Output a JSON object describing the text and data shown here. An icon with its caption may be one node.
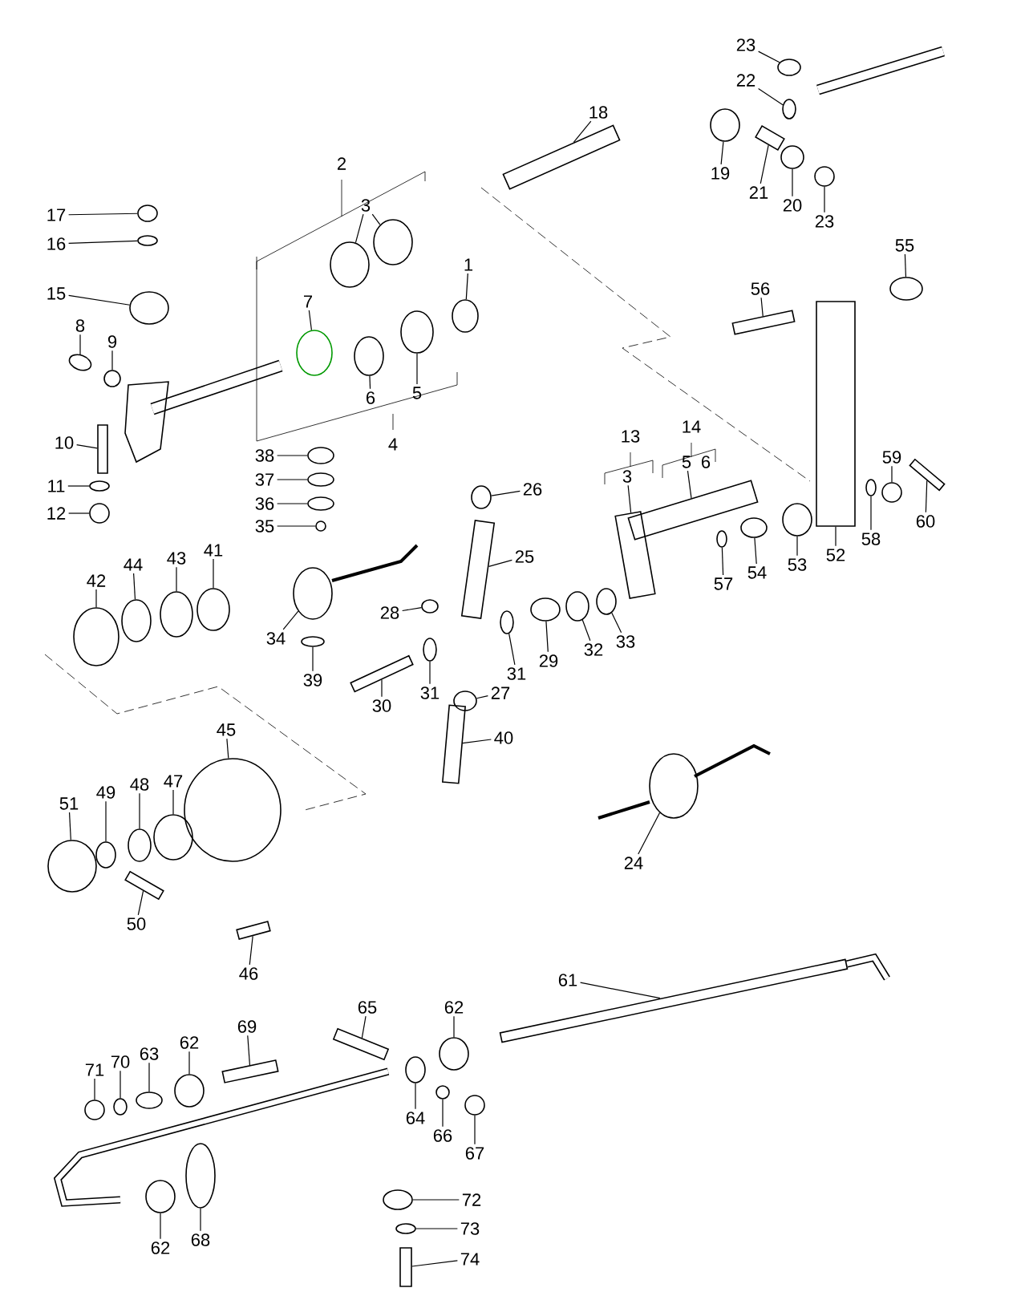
{
  "diagram": {
    "nodes": [
      {
        "text": [
          "1"
        ]
      },
      {
        "text": [
          "3"
        ]
      },
      {
        "text": [
          "5"
        ]
      },
      {
        "text": [
          "6"
        ]
      },
      {
        "text": [
          "7"
        ]
      },
      {
        "text": [
          "8"
        ]
      },
      {
        "text": [
          "9"
        ]
      },
      {
        "text": [
          "10"
        ]
      },
      {
        "text": [
          "11"
        ]
      },
      {
        "text": [
          "12"
        ]
      },
      {
        "text": [
          "15"
        ]
      },
      {
        "text": [
          "16"
        ]
      },
      {
        "text": [
          "17"
        ]
      },
      {
        "text": [
          "18"
        ]
      },
      {
        "text": [
          "19"
        ]
      },
      {
        "text": [
          "20"
        ]
      },
      {
        "text": [
          "21"
        ]
      },
      {
        "text": [
          "22"
        ]
      },
      {
        "text": [
          "23"
        ]
      },
      {
        "text": [
          "23"
        ]
      },
      {
        "text": [
          "24"
        ]
      },
      {
        "text": [
          "25"
        ]
      },
      {
        "text": [
          "26"
        ]
      },
      {
        "text": [
          "27"
        ]
      },
      {
        "text": [
          "28"
        ]
      },
      {
        "text": [
          "29"
        ]
      },
      {
        "text": [
          "30"
        ]
      },
      {
        "text": [
          "31"
        ]
      },
      {
        "text": [
          "31"
        ]
      },
      {
        "text": [
          "32"
        ]
      },
      {
        "text": [
          "33"
        ]
      },
      {
        "text": [
          "34"
        ]
      },
      {
        "text": [
          "35"
        ]
      },
      {
        "text": [
          "36"
        ]
      },
      {
        "text": [
          "37"
        ]
      },
      {
        "text": [
          "38"
        ]
      },
      {
        "text": [
          "39"
        ]
      },
      {
        "text": [
          "40"
        ]
      },
      {
        "text": [
          "41"
        ]
      },
      {
        "text": [
          "42"
        ]
      },
      {
        "text": [
          "43"
        ]
      },
      {
        "text": [
          "44"
        ]
      },
      {
        "text": [
          "45"
        ]
      },
      {
        "text": [
          "46"
        ]
      },
      {
        "text": [
          "47"
        ]
      },
      {
        "text": [
          "48"
        ]
      },
      {
        "text": [
          "49"
        ]
      },
      {
        "text": [
          "50"
        ]
      },
      {
        "text": [
          "51"
        ]
      },
      {
        "text": [
          "52"
        ]
      },
      {
        "text": [
          "53"
        ]
      },
      {
        "text": [
          "54"
        ]
      },
      {
        "text": [
          "55"
        ]
      },
      {
        "text": [
          "56"
        ]
      },
      {
        "text": [
          "57"
        ]
      },
      {
        "text": [
          "58"
        ]
      },
      {
        "text": [
          "59"
        ]
      },
      {
        "text": [
          "60"
        ]
      },
      {
        "text": [
          "61"
        ]
      },
      {
        "text": [
          "62"
        ]
      },
      {
        "text": [
          "62"
        ]
      },
      {
        "text": [
          "62"
        ]
      },
      {
        "text": [
          "63"
        ]
      },
      {
        "text": [
          "64"
        ]
      },
      {
        "text": [
          "65"
        ]
      },
      {
        "text": [
          "66"
        ]
      },
      {
        "text": [
          "67"
        ]
      },
      {
        "text": [
          "68"
        ]
      },
      {
        "text": [
          "69"
        ]
      },
      {
        "text": [
          "70"
        ]
      },
      {
        "text": [
          "71"
        ]
      },
      {
        "text": [
          "72"
        ]
      },
      {
        "text": [
          "73"
        ]
      },
      {
        "text": [
          "74"
        ]
      },
      {
        "text": [
          "3"
        ]
      },
      {
        "text": [
          "5"
        ]
      },
      {
        "text": [],
        "shape": "circle"
      },
      {
        "text": [],
        "shape": "circle"
      },
      {
        "text": [],
        "shape": "circle"
      },
      {
        "text": [],
        "shape": "circle"
      },
      {
        "text": [],
        "shape": "circle"
      },
      {
        "text": [],
        "shape": "circle"
      },
      {
        "text": [],
        "shape": "circle"
      },
      {
        "text": [],
        "shape": "circle"
      },
      {
        "text": [],
        "shape": "bar"
      },
      {
        "text": [],
        "shape": "circle"
      },
      {
        "text": [],
        "shape": "circle"
      },
      {
        "text": [],
        "shape": "circle"
      },
      {
        "text": [],
        "shape": "circle"
      },
      {
        "text": [],
        "shape": "circle"
      },
      {
        "text": [],
        "shape": "bar"
      },
      {
        "text": [],
        "shape": "circle"
      },
      {
        "text": [],
        "shape": "circle"
      },
      {
        "text": [],
        "shape": "bar"
      },
      {
        "text": [],
        "shape": "circle"
      },
      {
        "text": [],
        "shape": "circle"
      },
      {
        "text": [],
        "shape": "circle"
      },
      {
        "text": [],
        "shape": "circle"
      },
      {
        "text": [],
        "shape": "bar"
      },
      {
        "text": [],
        "shape": "circle"
      },
      {
        "text": [],
        "shape": "circle"
      },
      {
        "text": [],
        "shape": "circle"
      },
      {
        "text": [],
        "shape": "circle"
      },
      {
        "text": [],
        "shape": "bar"
      },
      {
        "text": [],
        "shape": "circle"
      },
      {
        "text": [],
        "shape": "circle"
      },
      {
        "text": [],
        "shape": "circle"
      },
      {
        "text": [],
        "shape": "circle"
      },
      {
        "text": [],
        "shape": "circle"
      },
      {
        "text": [],
        "shape": "circle"
      },
      {
        "text": [],
        "shape": "circle"
      },
      {
        "text": [],
        "shape": "circle"
      },
      {
        "text": [],
        "shape": "circle"
      },
      {
        "text": [],
        "shape": "circle"
      },
      {
        "text": [],
        "shape": "bar"
      },
      {
        "text": [],
        "shape": "circle"
      },
      {
        "text": [],
        "shape": "circle"
      },
      {
        "text": [],
        "shape": "circle"
      },
      {
        "text": [],
        "shape": "circle"
      },
      {
        "text": [],
        "shape": "circle"
      },
      {
        "text": [],
        "shape": "bar"
      },
      {
        "text": [],
        "shape": "circle"
      },
      {
        "text": [],
        "shape": "circle"
      },
      {
        "text": [],
        "shape": "circle"
      },
      {
        "text": [],
        "shape": "bar"
      },
      {
        "text": [],
        "shape": "circle"
      },
      {
        "text": [],
        "shape": "bar"
      },
      {
        "text": [],
        "shape": "circle"
      },
      {
        "text": [],
        "shape": "circle"
      },
      {
        "text": [],
        "shape": "circle"
      },
      {
        "text": [],
        "shape": "bar"
      },
      {
        "text": [],
        "shape": "circle"
      },
      {
        "text": [],
        "shape": "circle"
      },
      {
        "text": [],
        "shape": "circle"
      },
      {
        "text": [],
        "shape": "bar"
      },
      {
        "text": [],
        "shape": "bar"
      },
      {
        "text": [],
        "shape": "circle"
      },
      {
        "text": [],
        "shape": "circle"
      },
      {
        "text": [],
        "shape": "circle"
      },
      {
        "text": [],
        "shape": "circle"
      },
      {
        "text": [],
        "shape": "circle"
      },
      {
        "text": [],
        "shape": "bar"
      },
      {
        "text": [],
        "shape": "circle"
      },
      {
        "text": [],
        "shape": "circle"
      },
      {
        "text": [],
        "shape": "circle"
      },
      {
        "text": [],
        "shape": "bar"
      },
      {
        "text": [],
        "shape": "circle"
      },
      {
        "text": [],
        "shape": "circle"
      },
      {
        "text": [],
        "shape": "circle"
      },
      {
        "text": [],
        "shape": "circle"
      },
      {
        "text": [],
        "shape": "bar"
      },
      {
        "text": [],
        "shape": "bar"
      },
      {
        "text": [],
        "shape": "bar"
      }
    ],
    "edges": [
      {
        "from": 0,
        "to": 76,
        "arrow": "none"
      },
      {
        "from": 1,
        "to": 77,
        "arrow": "none"
      },
      {
        "from": 1,
        "to": 78,
        "arrow": "none"
      },
      {
        "from": 2,
        "to": 79,
        "arrow": "none"
      },
      {
        "from": 3,
        "to": 80,
        "arrow": "none"
      },
      {
        "from": 4,
        "to": 81,
        "arrow": "none"
      },
      {
        "from": 5,
        "to": 82,
        "arrow": "none"
      },
      {
        "from": 6,
        "to": 83,
        "arrow": "none"
      },
      {
        "from": 7,
        "to": 84,
        "arrow": "none"
      },
      {
        "from": 8,
        "to": 85,
        "arrow": "none"
      },
      {
        "from": 9,
        "to": 86,
        "arrow": "none"
      },
      {
        "from": 10,
        "to": 87,
        "arrow": "none"
      },
      {
        "from": 11,
        "to": 88,
        "arrow": "none"
      },
      {
        "from": 12,
        "to": 89,
        "arrow": "none"
      },
      {
        "from": 13,
        "to": 90,
        "arrow": "none"
      },
      {
        "from": 14,
        "to": 91,
        "arrow": "none"
      },
      {
        "from": 15,
        "to": 92,
        "arrow": "none"
      },
      {
        "from": 16,
        "to": 93,
        "arrow": "none"
      },
      {
        "from": 17,
        "to": 94,
        "arrow": "none"
      },
      {
        "from": 18,
        "to": 95,
        "arrow": "none"
      },
      {
        "from": 19,
        "to": 96,
        "arrow": "none"
      },
      {
        "from": 20,
        "to": 97,
        "arrow": "none"
      },
      {
        "from": 21,
        "to": 98,
        "arrow": "none"
      },
      {
        "from": 22,
        "to": 99,
        "arrow": "none"
      },
      {
        "from": 23,
        "to": 100,
        "arrow": "none"
      },
      {
        "from": 24,
        "to": 101,
        "arrow": "none"
      },
      {
        "from": 25,
        "to": 102,
        "arrow": "none"
      },
      {
        "from": 26,
        "to": 103,
        "arrow": "none"
      },
      {
        "from": 27,
        "to": 104,
        "arrow": "none"
      },
      {
        "from": 28,
        "to": 105,
        "arrow": "none"
      },
      {
        "from": 29,
        "to": 106,
        "arrow": "none"
      },
      {
        "from": 30,
        "to": 107,
        "arrow": "none"
      },
      {
        "from": 31,
        "to": 108,
        "arrow": "none"
      },
      {
        "from": 32,
        "to": 109,
        "arrow": "none"
      },
      {
        "from": 33,
        "to": 110,
        "arrow": "none"
      },
      {
        "from": 34,
        "to": 111,
        "arrow": "none"
      },
      {
        "from": 35,
        "to": 112,
        "arrow": "none"
      },
      {
        "from": 36,
        "to": 113,
        "arrow": "none"
      },
      {
        "from": 37,
        "to": 114,
        "arrow": "none"
      },
      {
        "from": 38,
        "to": 115,
        "arrow": "none"
      },
      {
        "from": 39,
        "to": 116,
        "arrow": "none"
      },
      {
        "from": 40,
        "to": 117,
        "arrow": "none"
      },
      {
        "from": 41,
        "to": 118,
        "arrow": "none"
      },
      {
        "from": 42,
        "to": 119,
        "arrow": "none"
      },
      {
        "from": 43,
        "to": 120,
        "arrow": "none"
      },
      {
        "from": 44,
        "to": 121,
        "arrow": "none"
      },
      {
        "from": 45,
        "to": 122,
        "arrow": "none"
      },
      {
        "from": 46,
        "to": 123,
        "arrow": "none"
      },
      {
        "from": 47,
        "to": 124,
        "arrow": "none"
      },
      {
        "from": 48,
        "to": 125,
        "arrow": "none"
      },
      {
        "from": 49,
        "to": 126,
        "arrow": "none"
      },
      {
        "from": 50,
        "to": 127,
        "arrow": "none"
      },
      {
        "from": 51,
        "to": 128,
        "arrow": "none"
      },
      {
        "from": 52,
        "to": 129,
        "arrow": "none"
      },
      {
        "from": 53,
        "to": 130,
        "arrow": "none"
      },
      {
        "from": 54,
        "to": 131,
        "arrow": "none"
      },
      {
        "from": 55,
        "to": 132,
        "arrow": "none"
      },
      {
        "from": 56,
        "to": 133,
        "arrow": "none"
      },
      {
        "from": 57,
        "to": 134,
        "arrow": "none"
      },
      {
        "from": 58,
        "to": 135,
        "arrow": "none"
      },
      {
        "from": 59,
        "to": 136,
        "arrow": "none"
      },
      {
        "from": 60,
        "to": 137,
        "arrow": "none"
      },
      {
        "from": 61,
        "to": 138,
        "arrow": "none"
      },
      {
        "from": 62,
        "to": 139,
        "arrow": "none"
      },
      {
        "from": 63,
        "to": 140,
        "arrow": "none"
      },
      {
        "from": 64,
        "to": 141,
        "arrow": "none"
      },
      {
        "from": 65,
        "to": 142,
        "arrow": "none"
      },
      {
        "from": 66,
        "to": 143,
        "arrow": "none"
      },
      {
        "from": 67,
        "to": 144,
        "arrow": "none"
      },
      {
        "from": 68,
        "to": 145,
        "arrow": "none"
      },
      {
        "from": 69,
        "to": 146,
        "arrow": "none"
      },
      {
        "from": 70,
        "to": 147,
        "arrow": "none"
      },
      {
        "from": 71,
        "to": 148,
        "arrow": "none"
      },
      {
        "from": 72,
        "to": 149,
        "arrow": "none"
      },
      {
        "from": 73,
        "to": 150,
        "arrow": "none"
      },
      {
        "from": 74,
        "to": 151,
        "arrow": "none"
      },
      {
        "from": 75,
        "to": 152,
        "arrow": "none"
      }
    ],
    "labels": [
      "2",
      "4",
      "13",
      "14",
      "6"
    ]
  }
}
